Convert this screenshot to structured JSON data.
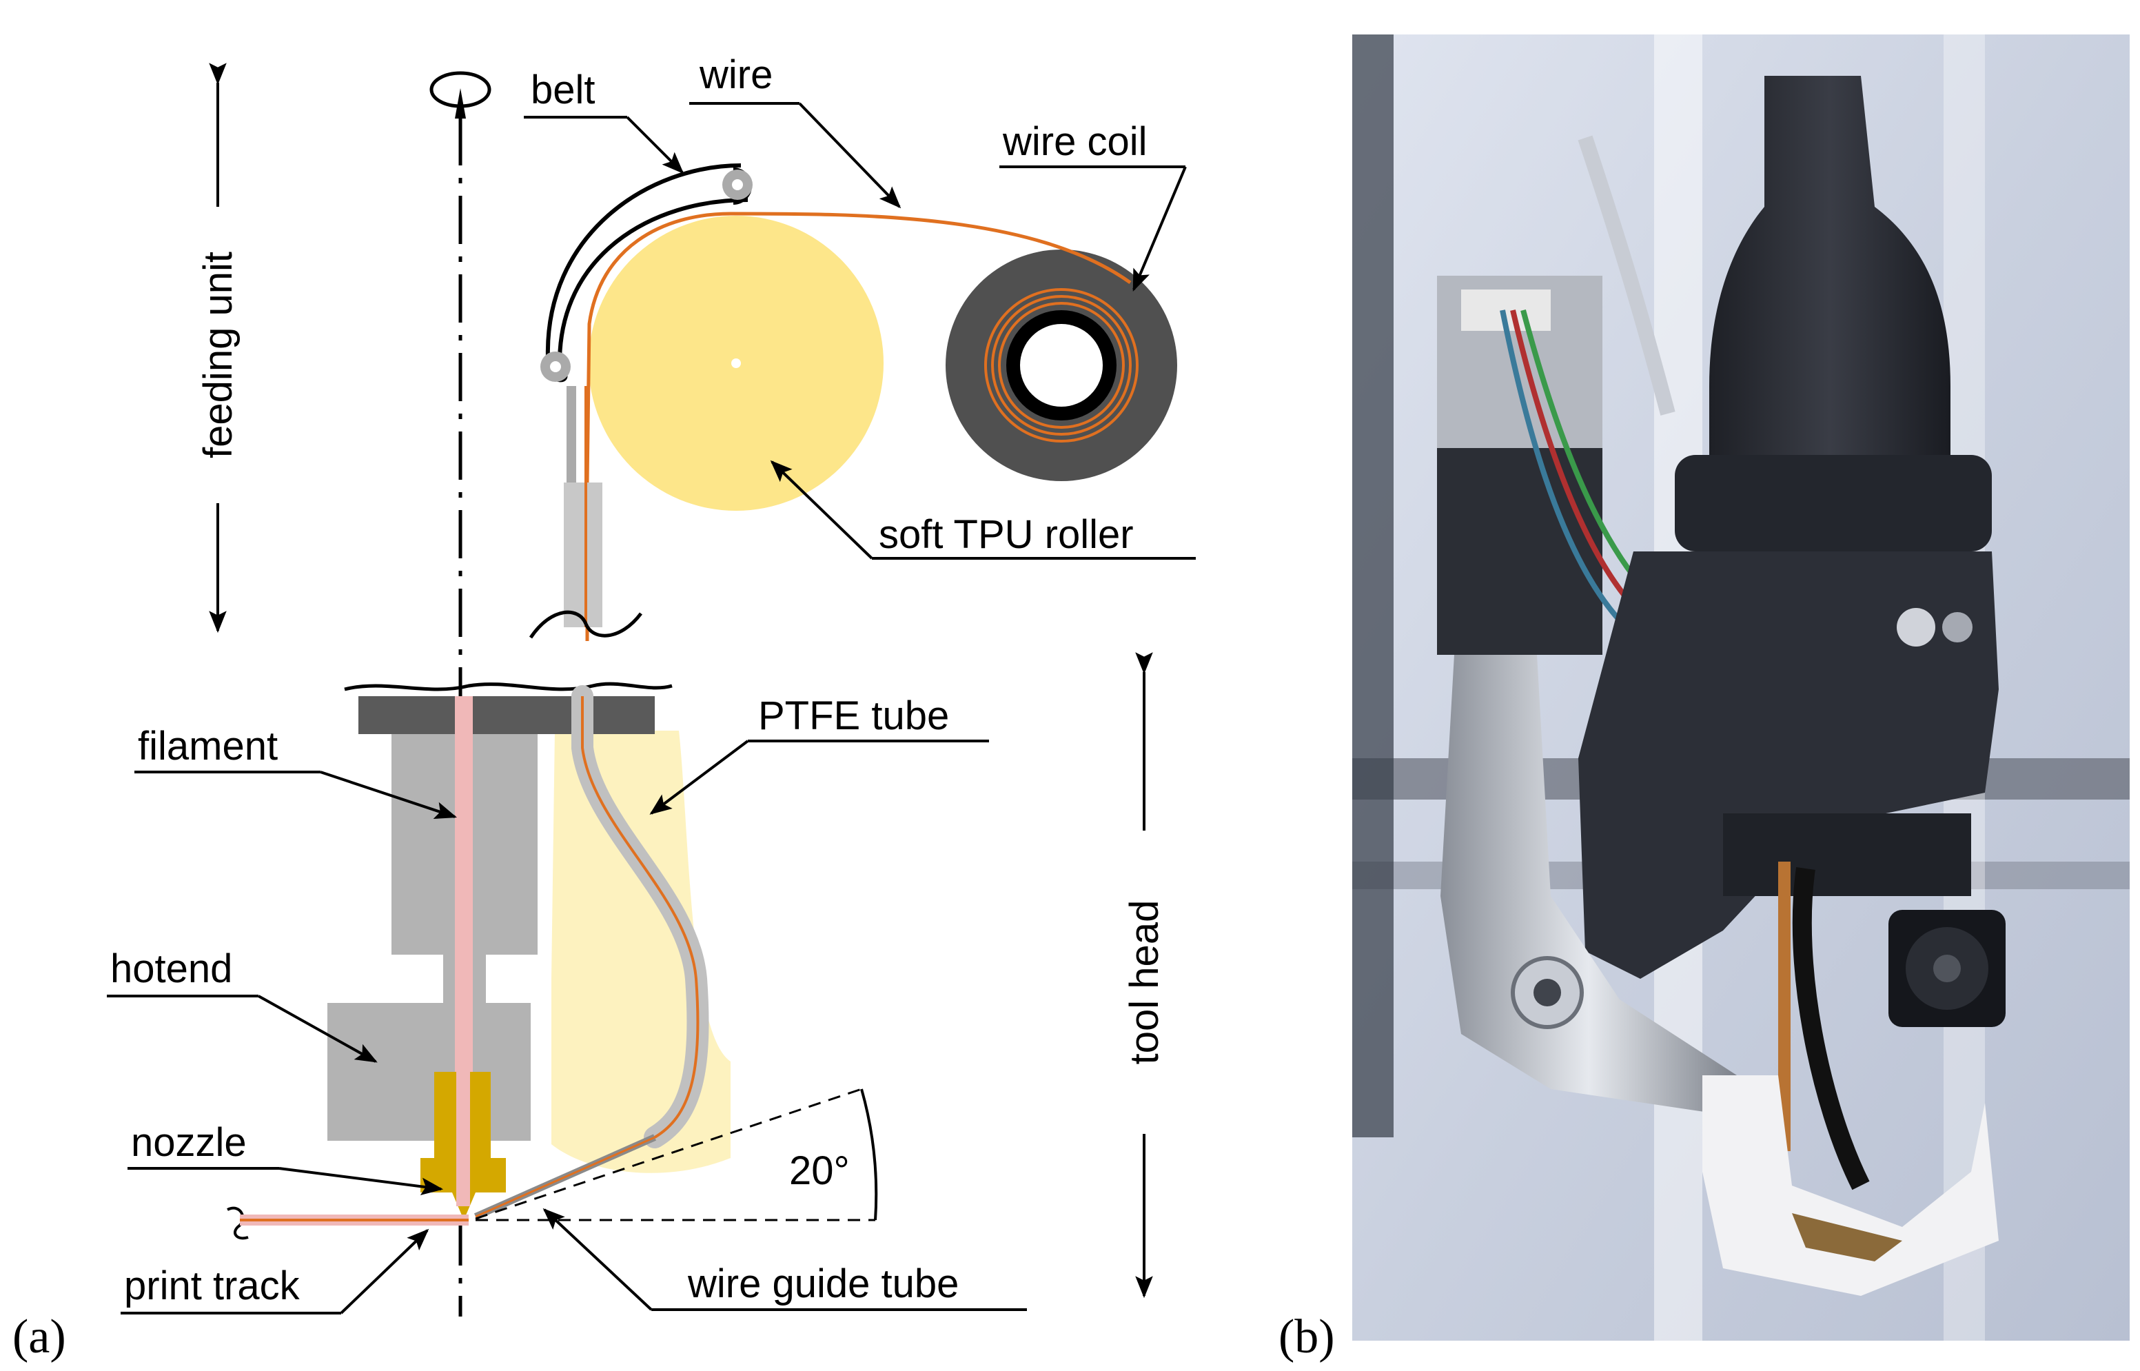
{
  "panel_a": {
    "label": "(a)",
    "labels": {
      "belt": "belt",
      "wire": "wire",
      "wire_coil": "wire coil",
      "soft_tpu_roller": "soft TPU roller",
      "filament": "filament",
      "ptfe_tube": "PTFE tube",
      "hotend": "hotend",
      "nozzle": "nozzle",
      "print_track": "print track",
      "wire_guide_tube": "wire guide tube",
      "angle": "20°",
      "feeding_unit": "feeding unit",
      "tool_head": "tool head"
    }
  },
  "panel_b": {
    "label": "(b)"
  },
  "colors": {
    "roller": "#fde68a",
    "ptfe_glow": "#fdf1b8",
    "wire": "#e07020",
    "filament": "#f0b8b8",
    "hotend_gray": "#b3b3b3",
    "mount_dark": "#5a5a5a",
    "nozzle_gold": "#d4a800",
    "coil_dark": "#505050"
  }
}
